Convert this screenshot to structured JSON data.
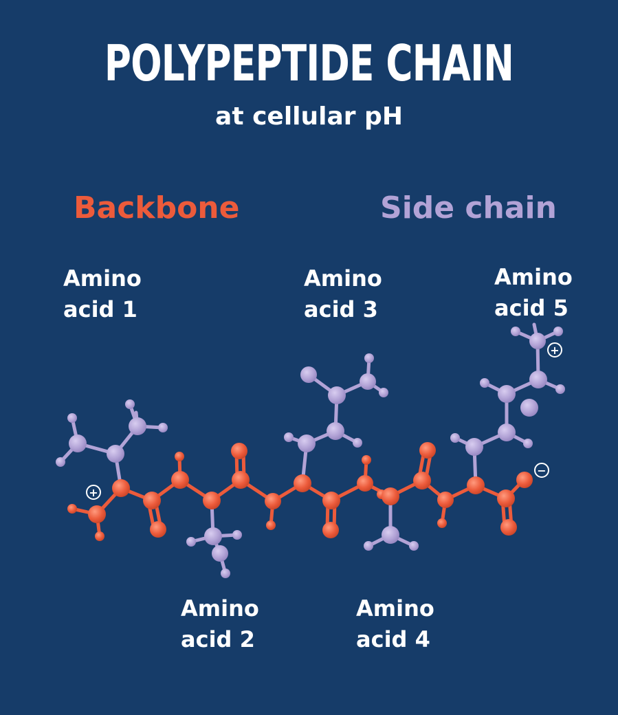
{
  "title": "POLYPEPTIDE CHAIN",
  "subtitle": "at cellular pH",
  "legend": {
    "backbone": {
      "label": "Backbone",
      "color": "#ec5b3b"
    },
    "side_chain": {
      "label": "Side chain",
      "color": "#b2a3d6"
    }
  },
  "amino_acids": [
    {
      "line1": "Amino",
      "line2": "acid 1"
    },
    {
      "line1": "Amino",
      "line2": "acid 2"
    },
    {
      "line1": "Amino",
      "line2": "acid 3"
    },
    {
      "line1": "Amino",
      "line2": "acid 4"
    },
    {
      "line1": "Amino",
      "line2": "acid 5"
    }
  ],
  "charges": {
    "positive": "+",
    "negative": "−"
  },
  "colors": {
    "background": "#163c69",
    "text": "#ffffff"
  }
}
